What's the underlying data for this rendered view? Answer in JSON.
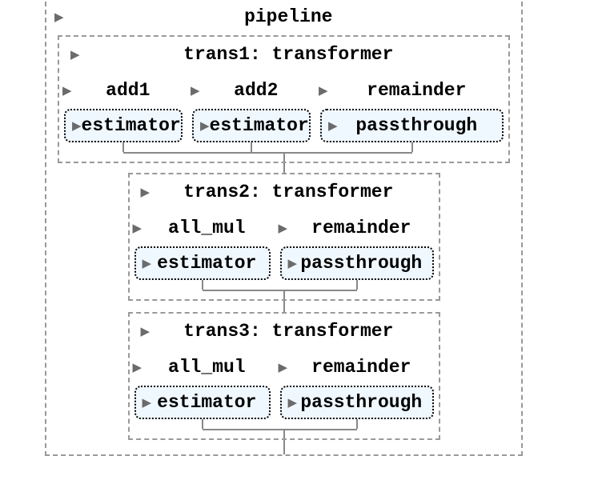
{
  "diagram": {
    "title": "pipeline",
    "sections": [
      {
        "label": "trans1: transformer",
        "columns": [
          {
            "name": "add1",
            "estimator": "estimator"
          },
          {
            "name": "add2",
            "estimator": "estimator"
          },
          {
            "name": "remainder",
            "estimator": "passthrough"
          }
        ]
      },
      {
        "label": "trans2: transformer",
        "columns": [
          {
            "name": "all_mul",
            "estimator": "estimator"
          },
          {
            "name": "remainder",
            "estimator": "passthrough"
          }
        ]
      },
      {
        "label": "trans3: transformer",
        "columns": [
          {
            "name": "all_mul",
            "estimator": "estimator"
          },
          {
            "name": "remainder",
            "estimator": "passthrough"
          }
        ]
      }
    ],
    "icons": {
      "toggle_marker": "▶"
    },
    "colors": {
      "box_background": "#f0f8ff",
      "dashed_border": "#999999",
      "dotted_border": "#000000",
      "connector_line": "#888888",
      "marker": "#6b6b6b",
      "text": "#000000",
      "page_background": "#ffffff"
    }
  }
}
